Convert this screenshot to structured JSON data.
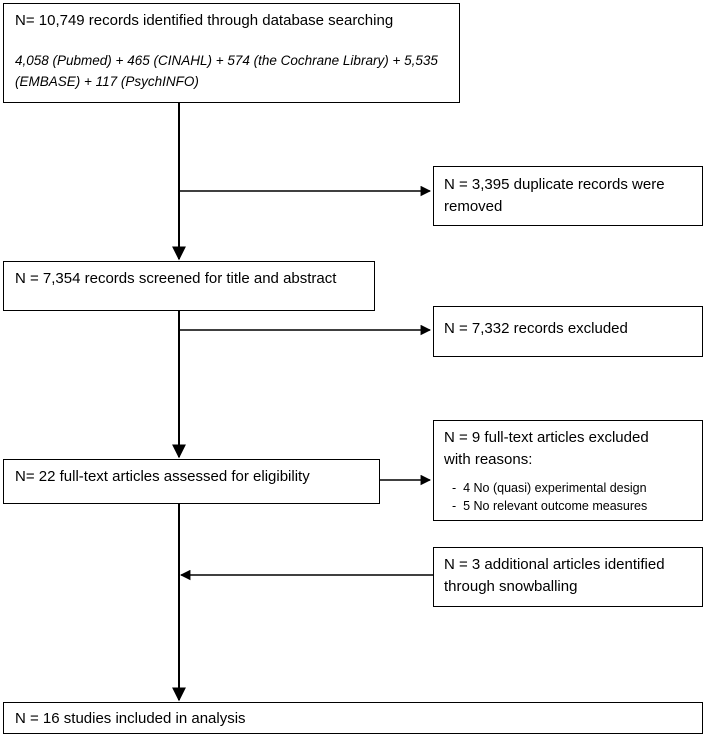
{
  "identification": {
    "title": "N= 10,749 records identified through database searching",
    "sources_line1": "4,058 (Pubmed) + 465 (CINAHL) + 574 (the Cochrane Library) + 5,535",
    "sources_line2": "(EMBASE) + 117 (PsychINFO)"
  },
  "duplicates": {
    "line1": "N = 3,395 duplicate records were",
    "line2": "removed"
  },
  "screened": {
    "text": "N = 7,354 records screened for title and abstract"
  },
  "excluded_screening": {
    "text": "N = 7,332 records excluded"
  },
  "eligibility": {
    "text": "N= 22 full-text articles assessed for eligibility"
  },
  "excluded_fulltext": {
    "line1": "N = 9 full-text articles excluded",
    "line2": "with reasons:",
    "reasons": [
      "4 No (quasi) experimental design",
      "5 No relevant outcome measures"
    ]
  },
  "snowballing": {
    "line1": "N = 3 additional articles identified",
    "line2": "through snowballing"
  },
  "included": {
    "text": "N = 16 studies included in analysis"
  }
}
